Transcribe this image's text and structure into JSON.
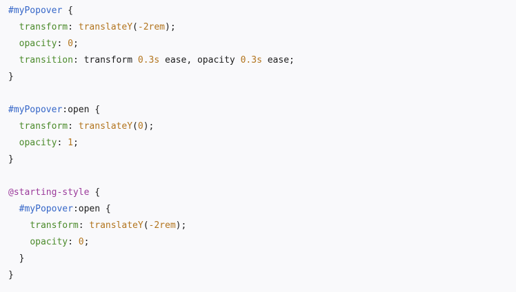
{
  "code": {
    "lines": [
      {
        "indent": "",
        "tokens": [
          {
            "t": "sel",
            "v": "#myPopover"
          },
          {
            "t": "pun",
            "v": " {"
          }
        ]
      },
      {
        "indent": "  ",
        "tokens": [
          {
            "t": "prop",
            "v": "transform"
          },
          {
            "t": "pun",
            "v": ": "
          },
          {
            "t": "fn",
            "v": "translateY"
          },
          {
            "t": "pun",
            "v": "("
          },
          {
            "t": "num",
            "v": "-2rem"
          },
          {
            "t": "pun",
            "v": ");"
          }
        ]
      },
      {
        "indent": "  ",
        "tokens": [
          {
            "t": "prop",
            "v": "opacity"
          },
          {
            "t": "pun",
            "v": ": "
          },
          {
            "t": "num",
            "v": "0"
          },
          {
            "t": "pun",
            "v": ";"
          }
        ]
      },
      {
        "indent": "  ",
        "tokens": [
          {
            "t": "prop",
            "v": "transition"
          },
          {
            "t": "pun",
            "v": ": "
          },
          {
            "t": "kw",
            "v": "transform "
          },
          {
            "t": "num",
            "v": "0.3s"
          },
          {
            "t": "kw",
            "v": " ease, opacity "
          },
          {
            "t": "num",
            "v": "0.3s"
          },
          {
            "t": "kw",
            "v": " ease"
          },
          {
            "t": "pun",
            "v": ";"
          }
        ]
      },
      {
        "indent": "",
        "tokens": [
          {
            "t": "pun",
            "v": "}"
          }
        ]
      },
      {
        "indent": "",
        "tokens": []
      },
      {
        "indent": "",
        "tokens": [
          {
            "t": "sel",
            "v": "#myPopover"
          },
          {
            "t": "pun",
            "v": ":open {"
          }
        ]
      },
      {
        "indent": "  ",
        "tokens": [
          {
            "t": "prop",
            "v": "transform"
          },
          {
            "t": "pun",
            "v": ": "
          },
          {
            "t": "fn",
            "v": "translateY"
          },
          {
            "t": "pun",
            "v": "("
          },
          {
            "t": "num",
            "v": "0"
          },
          {
            "t": "pun",
            "v": ");"
          }
        ]
      },
      {
        "indent": "  ",
        "tokens": [
          {
            "t": "prop",
            "v": "opacity"
          },
          {
            "t": "pun",
            "v": ": "
          },
          {
            "t": "num",
            "v": "1"
          },
          {
            "t": "pun",
            "v": ";"
          }
        ]
      },
      {
        "indent": "",
        "tokens": [
          {
            "t": "pun",
            "v": "}"
          }
        ]
      },
      {
        "indent": "",
        "tokens": []
      },
      {
        "indent": "",
        "tokens": [
          {
            "t": "at",
            "v": "@starting-style"
          },
          {
            "t": "pun",
            "v": " {"
          }
        ]
      },
      {
        "indent": "  ",
        "tokens": [
          {
            "t": "sel",
            "v": "#myPopover"
          },
          {
            "t": "pun",
            "v": ":open {"
          }
        ]
      },
      {
        "indent": "    ",
        "tokens": [
          {
            "t": "prop",
            "v": "transform"
          },
          {
            "t": "pun",
            "v": ": "
          },
          {
            "t": "fn",
            "v": "translateY"
          },
          {
            "t": "pun",
            "v": "("
          },
          {
            "t": "num",
            "v": "-2rem"
          },
          {
            "t": "pun",
            "v": ");"
          }
        ]
      },
      {
        "indent": "    ",
        "tokens": [
          {
            "t": "prop",
            "v": "opacity"
          },
          {
            "t": "pun",
            "v": ": "
          },
          {
            "t": "num",
            "v": "0"
          },
          {
            "t": "pun",
            "v": ";"
          }
        ]
      },
      {
        "indent": "  ",
        "tokens": [
          {
            "t": "pun",
            "v": "}"
          }
        ]
      },
      {
        "indent": "",
        "tokens": [
          {
            "t": "pun",
            "v": "}"
          }
        ]
      }
    ]
  },
  "colors": {
    "background": "#f9f9fb",
    "selector": "#3566c8",
    "property": "#4a8a2a",
    "value": "#b2741d",
    "at_rule": "#9b3a9b",
    "text": "#1b1b1b"
  }
}
